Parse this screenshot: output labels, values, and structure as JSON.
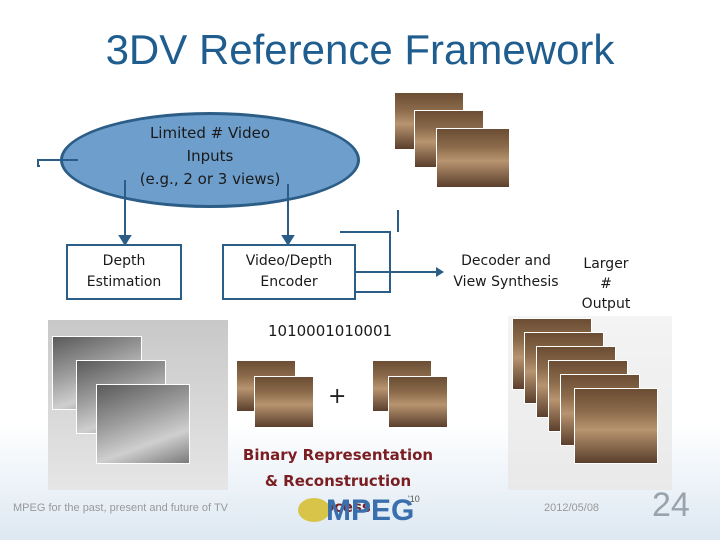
{
  "slide": {
    "title": "3DV Reference Framework",
    "ellipse_text": "Limited # Video\nInputs\n(e.g., 2 or 3 views)",
    "depth_estimation": "Depth\nEstimation",
    "video_depth_encoder": "Video/Depth\nEncoder",
    "decoder": "Decoder and\nView Synthesis",
    "larger_output": "Larger #\nOutput\nViews",
    "binary_string": "1010001010001",
    "plus": "+",
    "binary_representation": "Binary Representation\n& Reconstruction Process"
  },
  "footer": {
    "left_text": "MPEG for the past, present and future of TV",
    "date": "2012/05/08",
    "page_number": "24",
    "logo_text": "MPEG"
  },
  "colors": {
    "title": "#1f5d8f",
    "ellipse_fill": "#6e9fcc",
    "box_border": "#2c5d86",
    "binary_rep_text": "#7a1e22"
  }
}
